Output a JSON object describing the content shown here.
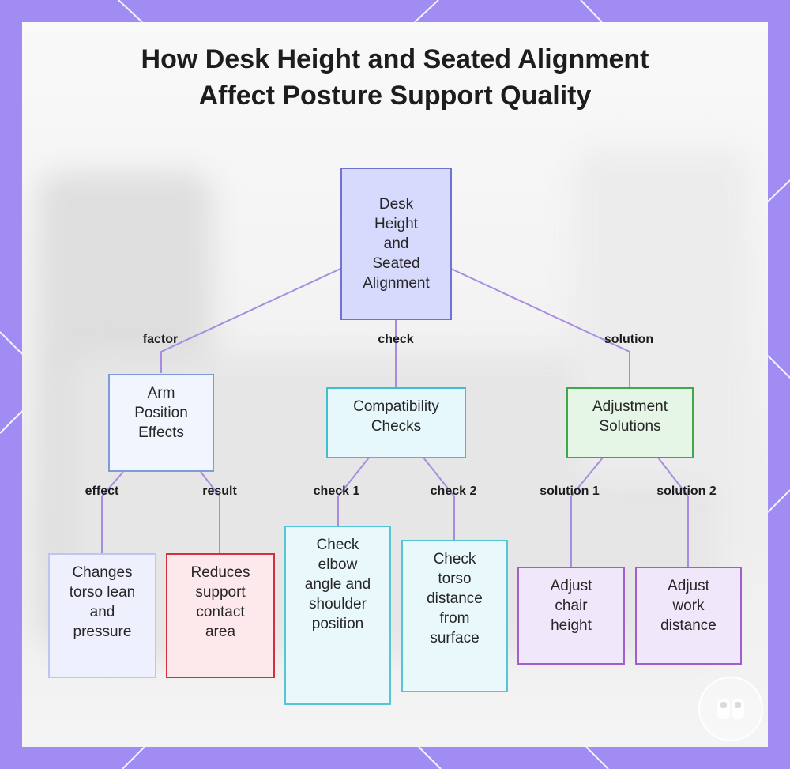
{
  "title": "How Desk Height and Seated Alignment\nAffect Posture Support Quality",
  "nodes": {
    "root": "Desk\nHeight\nand\nSeated\nAlignment",
    "arm": "Arm\nPosition\nEffects",
    "compat": "Compatibility\nChecks",
    "adjust": "Adjustment\nSolutions",
    "torso_lean": "Changes\ntorso lean\nand\npressure",
    "reduces": "Reduces\nsupport\ncontact\narea",
    "elbow": "Check\nelbow\nangle and\nshoulder\nposition",
    "torso_dist": "Check\ntorso\ndistance\nfrom\nsurface",
    "chair": "Adjust\nchair\nheight",
    "work": "Adjust\nwork\ndistance"
  },
  "edges": {
    "factor": "factor",
    "check": "check",
    "solution": "solution",
    "effect": "effect",
    "result": "result",
    "check1": "check 1",
    "check2": "check 2",
    "solution1": "solution 1",
    "solution2": "solution 2"
  },
  "colors": {
    "frame": "#a08cf2",
    "edge": "#a78de0",
    "root_fill": "#d8dafd",
    "root_border": "#6f73d2",
    "arm_fill": "#f1f5fd",
    "arm_border": "#7f9ad6",
    "compat_fill": "#e6f8fb",
    "compat_border": "#3fbfd0",
    "adjust_fill": "#e5f6e6",
    "adjust_border": "#3ea84a",
    "lean_fill": "#eef1fd",
    "lean_border": "#bcc6ef",
    "reduce_fill": "#fde9ec",
    "reduce_border": "#d2303f",
    "cyan_fill": "#e8f8fb",
    "cyan_border": "#55c6d6",
    "purple_fill": "#f1e7fb",
    "purple_border": "#a15fce"
  },
  "icons": [
    "brand-logo-icon"
  ]
}
